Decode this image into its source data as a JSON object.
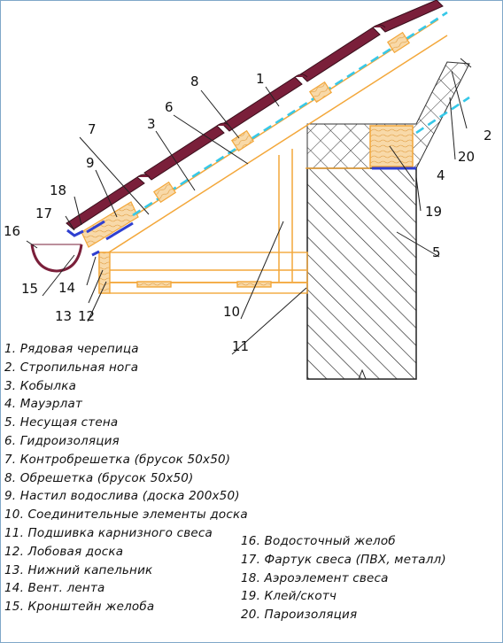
{
  "colors": {
    "tile": "#7a1f3a",
    "wood": "#f3a73a",
    "wood_fill": "#f8d9a8",
    "membrane": "#36c8e8",
    "blue_detail": "#2f3fd0",
    "wall_hatch": "#222222",
    "insulation": "#333333"
  },
  "callouts": [
    "1",
    "2",
    "3",
    "4",
    "5",
    "6",
    "7",
    "8",
    "9",
    "10",
    "11",
    "12",
    "13",
    "14",
    "15",
    "16",
    "17",
    "18",
    "19",
    "20"
  ],
  "legend_left": [
    "1. Рядовая черепица",
    "2. Стропильная нога",
    "3. Кобылка",
    "4. Мауэрлат",
    "5. Несущая стена",
    "6. Гидроизоляция",
    "7. Контробрешетка (брусок 50х50)",
    "8. Обрешетка (брусок 50х50)",
    "9. Настил водослива (доска 200х50)",
    "10. Соединительные элементы доска",
    "11. Подшивка карнизного свеса",
    "12. Лобовая доска",
    "13. Нижний капельник",
    "14. Вент. лента",
    "15. Кронштейн желоба"
  ],
  "legend_right": [
    "16. Водосточный желоб",
    "17. Фартук свеса (ПВХ, металл)",
    "18. Аэроэлемент свеса",
    "19. Клей/скотч",
    "20. Пароизоляция"
  ]
}
